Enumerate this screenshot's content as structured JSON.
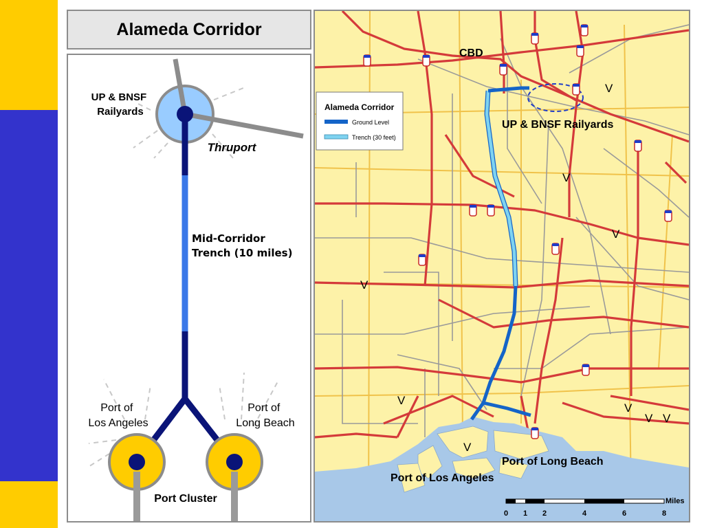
{
  "title": "Alameda Corridor",
  "colors": {
    "accent_yellow": "#ffcc00",
    "accent_blue": "#3333cc",
    "ground_level": "#1464c8",
    "trench": "#7fd3f0",
    "schematic_dark": "#0a1478",
    "schematic_mid": "#3a78e8",
    "railyard_fill": "#99ccff",
    "port_fill": "#ffcc00",
    "land": "#fdf2a8",
    "water": "#a8c8e8",
    "freeway": "#d43a3a"
  },
  "schematic": {
    "railyards_label": [
      "UP & BNSF",
      "Railyards"
    ],
    "thruport_label": "Thruport",
    "trench_label": [
      "Mid-Corridor",
      "Trench (10 miles)"
    ],
    "port_la_label": [
      "Port of",
      "Los Angeles"
    ],
    "port_lb_label": [
      "Port of",
      "Long Beach"
    ],
    "port_cluster_label": "Port Cluster"
  },
  "map": {
    "cbd_label": "CBD",
    "railyards_label": "UP & BNSF Railyards",
    "port_lb_label": "Port of Long Beach",
    "port_la_label": "Port of Los Angeles",
    "legend": {
      "title": "Alameda Corridor",
      "items": [
        "Ground Level",
        "Trench (30 feet)"
      ]
    },
    "scale": {
      "unit": "Miles",
      "ticks": [
        "0",
        "1",
        "2",
        "4",
        "6",
        "8"
      ]
    }
  }
}
